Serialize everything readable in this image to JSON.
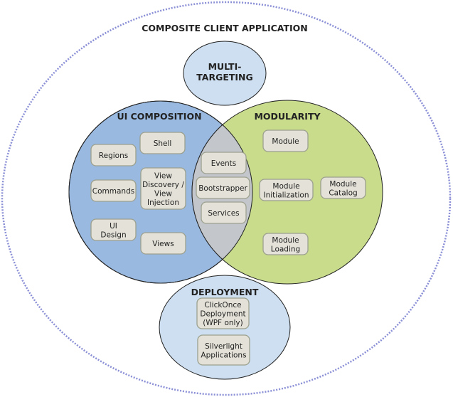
{
  "title": "COMPOSITE CLIENT APPLICATION",
  "multi_targeting": {
    "lines": [
      "MULTI-",
      "TARGETING"
    ]
  },
  "ui_composition": {
    "heading": "UI COMPOSITION",
    "items": {
      "regions": [
        "Regions"
      ],
      "shell": [
        "Shell"
      ],
      "commands": [
        "Commands"
      ],
      "view_discovery": [
        "View",
        "Discovery /",
        "View",
        "Injection"
      ],
      "ui_design": [
        "UI",
        "Design"
      ],
      "views": [
        "Views"
      ]
    }
  },
  "shared": {
    "events": [
      "Events"
    ],
    "bootstrapper": [
      "Bootstrapper"
    ],
    "services": [
      "Services"
    ]
  },
  "modularity": {
    "heading": "MODULARITY",
    "items": {
      "module": [
        "Module"
      ],
      "module_initialization": [
        "Module",
        "Initialization"
      ],
      "module_catalog": [
        "Module",
        "Catalog"
      ],
      "module_loading": [
        "Module",
        "Loading"
      ]
    }
  },
  "deployment": {
    "heading": "DEPLOYMENT",
    "items": {
      "clickonce": [
        "ClickOnce",
        "Deployment",
        "(WPF only)"
      ],
      "silverlight": [
        "Silverlight",
        "Applications"
      ]
    }
  },
  "colors": {
    "ui": "#99b9e0",
    "modularity": "#c8dc8c",
    "overlap": "#c3c7cc",
    "light": "#cddff0",
    "dots": "#8a8fd6"
  }
}
